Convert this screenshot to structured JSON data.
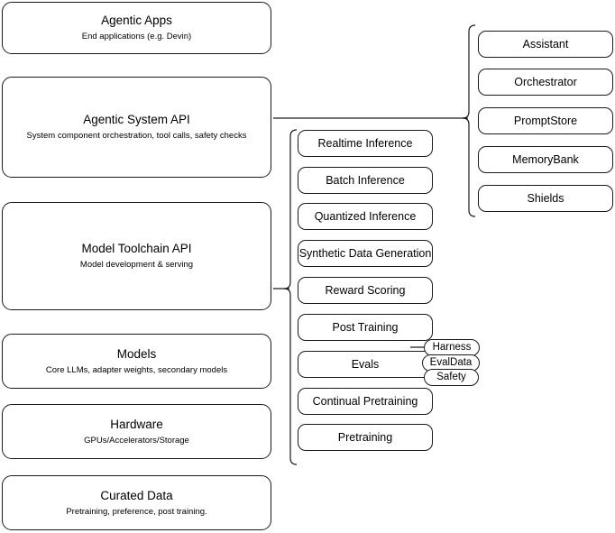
{
  "diagram": {
    "title": "AI Stack Architecture Diagram",
    "colors": {
      "stroke": "#1a1a1a",
      "text": "#000000",
      "background": "#ffffff"
    },
    "stack": [
      {
        "key": "agentic-apps",
        "title": "Agentic Apps",
        "subtitle": "End applications (e.g. Devin)"
      },
      {
        "key": "agentic-system-api",
        "title": "Agentic System API",
        "subtitle": "System component orchestration, tool calls, safety checks"
      },
      {
        "key": "model-toolchain-api",
        "title": "Model Toolchain API",
        "subtitle": "Model development & serving"
      },
      {
        "key": "models",
        "title": "Models",
        "subtitle": "Core LLMs, adapter weights, secondary models"
      },
      {
        "key": "hardware",
        "title": "Hardware",
        "subtitle": "GPUs/Accelerators/Storage"
      },
      {
        "key": "curated-data",
        "title": "Curated Data",
        "subtitle": "Pretraining, preference, post training."
      }
    ],
    "toolchain_capabilities": [
      {
        "key": "realtime-inference",
        "label": "Realtime Inference"
      },
      {
        "key": "batch-inference",
        "label": "Batch Inference"
      },
      {
        "key": "quantized-inference",
        "label": "Quantized Inference"
      },
      {
        "key": "synthetic-data-generation",
        "label": "Synthetic Data Generation"
      },
      {
        "key": "reward-scoring",
        "label": "Reward Scoring"
      },
      {
        "key": "post-training",
        "label": "Post Training"
      },
      {
        "key": "evals",
        "label": "Evals"
      },
      {
        "key": "continual-pretraining",
        "label": "Continual Pretraining"
      },
      {
        "key": "pretraining",
        "label": "Pretraining"
      }
    ],
    "eval_tags": [
      {
        "key": "harness",
        "label": "Harness"
      },
      {
        "key": "evaldata",
        "label": "EvalData"
      },
      {
        "key": "safety",
        "label": "Safety"
      }
    ],
    "agentic_components": [
      {
        "key": "assistant",
        "label": "Assistant"
      },
      {
        "key": "orchestrator",
        "label": "Orchestrator"
      },
      {
        "key": "promptstore",
        "label": "PromptStore"
      },
      {
        "key": "memorybank",
        "label": "MemoryBank"
      },
      {
        "key": "shields",
        "label": "Shields"
      }
    ]
  }
}
